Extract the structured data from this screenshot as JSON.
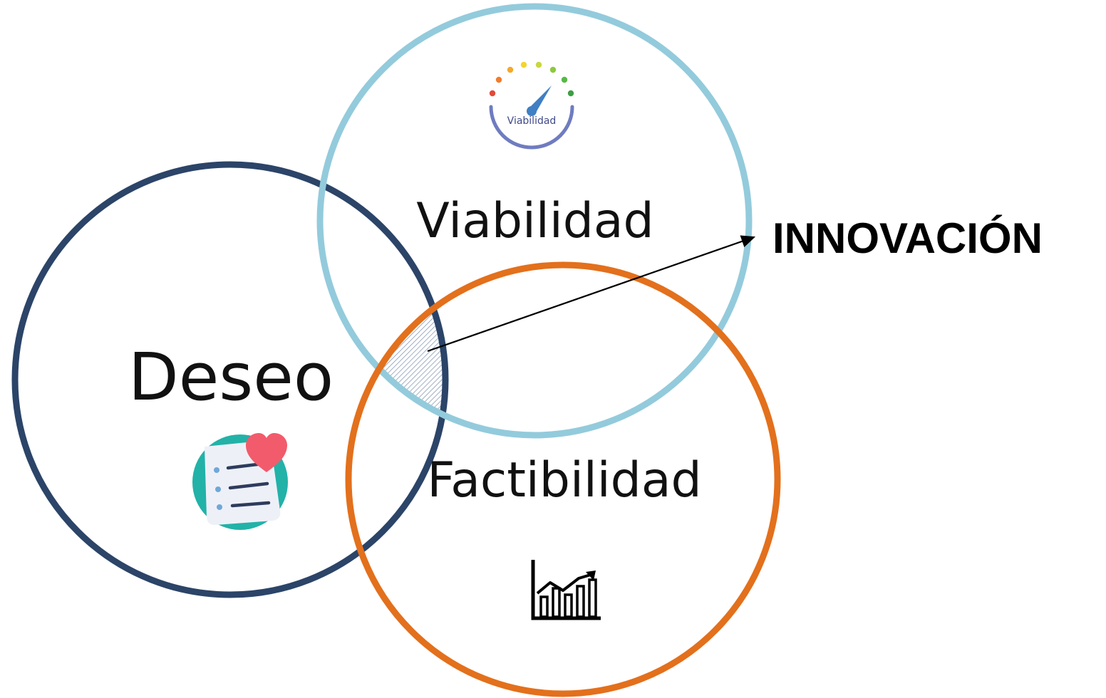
{
  "diagram": {
    "circles": {
      "deseo": {
        "label": "Deseo",
        "color": "#2b4468",
        "icon": "wishlist-heart-icon"
      },
      "viabilidad": {
        "label": "Viabilidad",
        "color": "#93cbdc",
        "icon": "viability-gauge-icon",
        "icon_caption": "Viabilidad"
      },
      "factibilidad": {
        "label": "Factibilidad",
        "color": "#e3701c",
        "icon": "growth-chart-icon"
      }
    },
    "intersection": {
      "label": "INNOVACIÓN",
      "color": "#000000"
    },
    "icon_colors": {
      "wishlist_bg": "#22b2a8",
      "heart": "#f25b6b",
      "paper": "#eef0f8",
      "lines": "#2e3b5c",
      "bullets": "#6fa8d8"
    }
  }
}
